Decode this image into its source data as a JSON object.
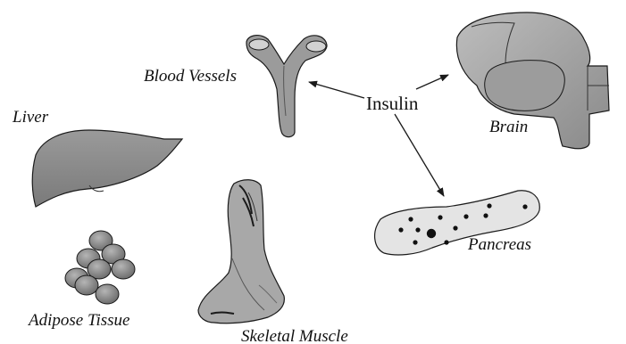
{
  "diagram": {
    "center_label": "Insulin",
    "organs": [
      {
        "id": "blood-vessels",
        "label": "Blood Vessels"
      },
      {
        "id": "brain",
        "label": "Brain"
      },
      {
        "id": "liver",
        "label": "Liver"
      },
      {
        "id": "adipose-tissue",
        "label": "Adipose Tissue"
      },
      {
        "id": "skeletal-muscle",
        "label": "Skeletal Muscle"
      },
      {
        "id": "pancreas",
        "label": "Pancreas"
      }
    ],
    "arrows": [
      {
        "from": "Insulin",
        "to": "Blood Vessels"
      },
      {
        "from": "Insulin",
        "to": "Brain"
      },
      {
        "from": "Insulin",
        "to": "Pancreas"
      }
    ],
    "colors": {
      "organ_fill": "#8f8f8f",
      "organ_fill_light": "#bdbdbd",
      "pancreas_fill": "#e6e6e6",
      "stroke": "#1a1a1a"
    }
  }
}
